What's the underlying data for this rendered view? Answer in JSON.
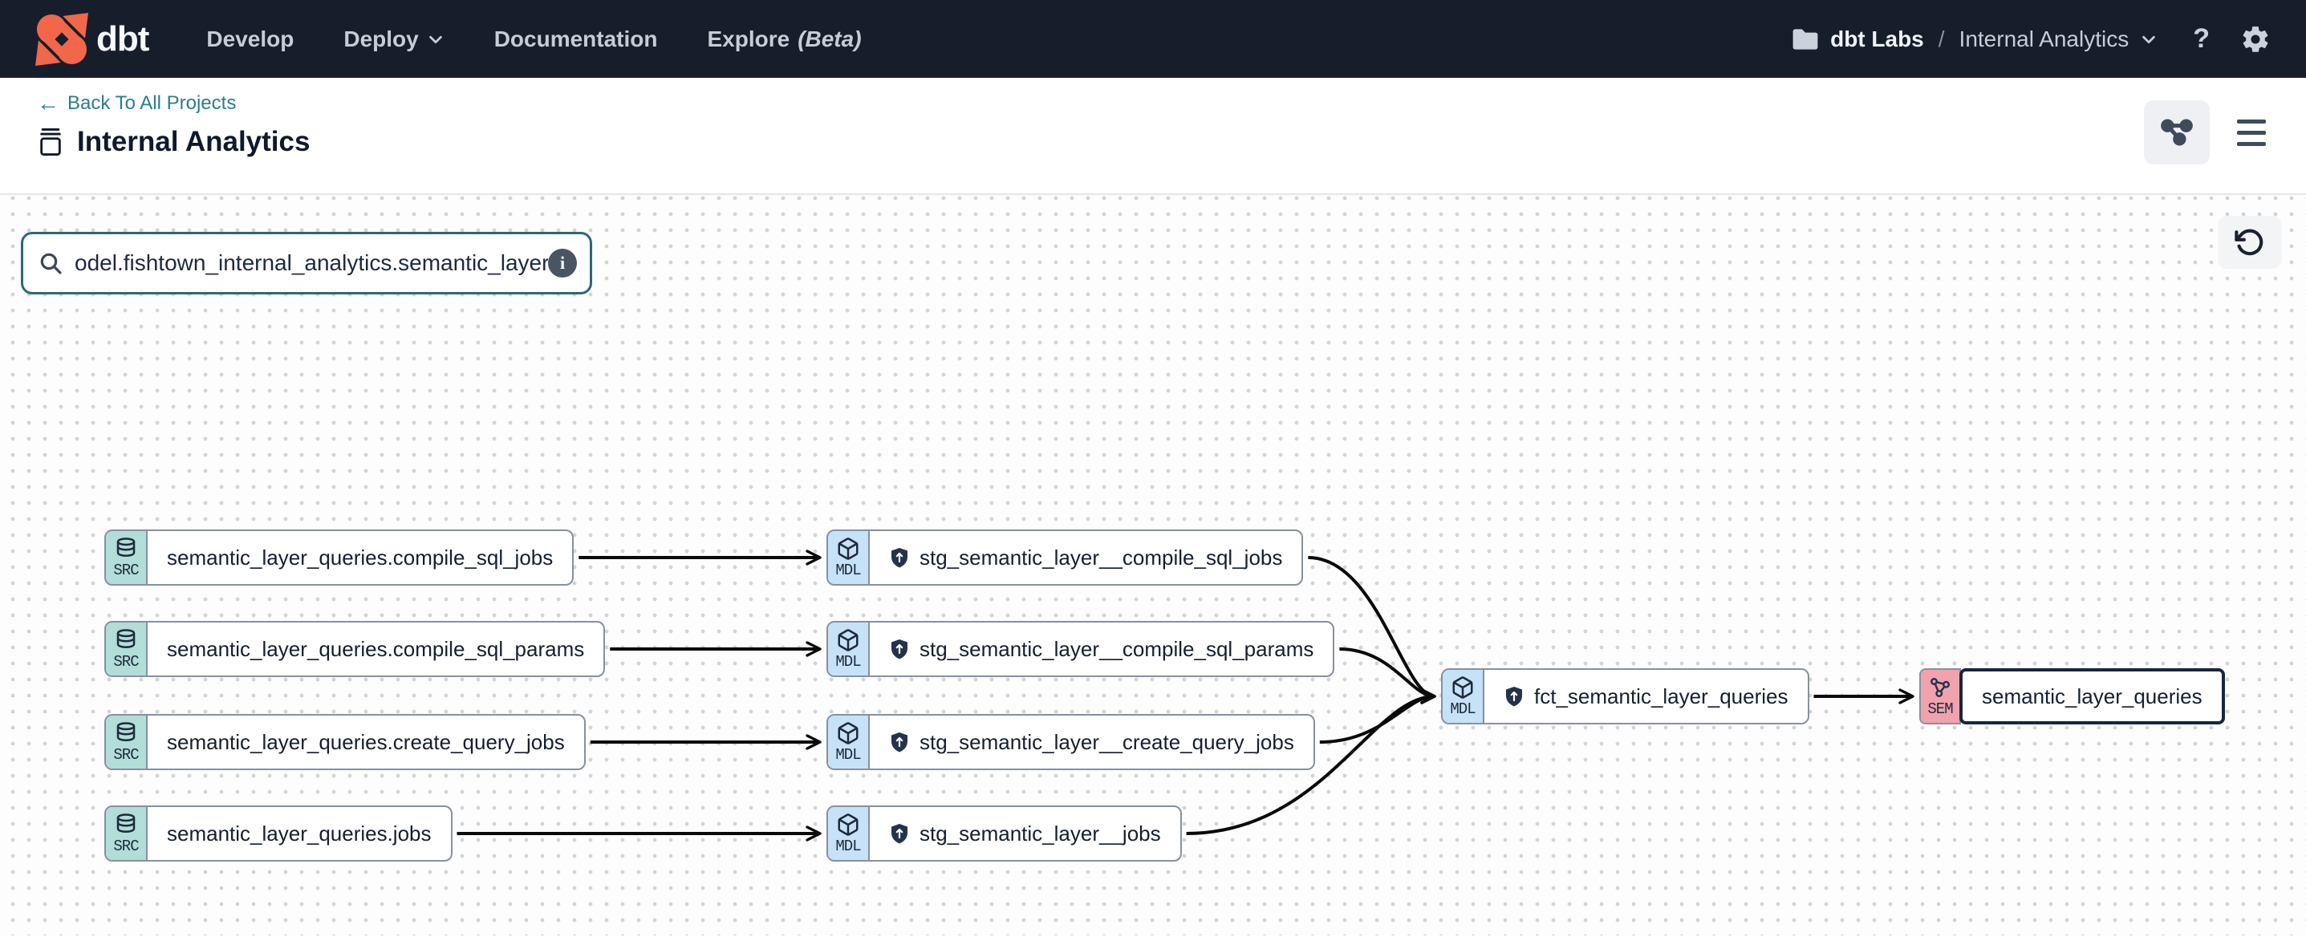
{
  "navbar": {
    "logo_text": "dbt",
    "items": [
      {
        "label": "Develop"
      },
      {
        "label": "Deploy"
      },
      {
        "label": "Documentation"
      },
      {
        "label": "Explore"
      }
    ],
    "explore_suffix": "(Beta)",
    "account": "dbt Labs",
    "separator": "/",
    "project": "Internal Analytics",
    "help_label": "?"
  },
  "header": {
    "back_arrow": "←",
    "back_link": "Back To All Projects",
    "title": "Internal Analytics"
  },
  "search": {
    "value": "odel.fishtown_internal_analytics.semantic_layer_queries",
    "info_label": "i"
  },
  "graph": {
    "nodes": [
      {
        "id": "src1",
        "type": "SRC",
        "label": "semantic_layer_queries.compile_sql_jobs"
      },
      {
        "id": "src2",
        "type": "SRC",
        "label": "semantic_layer_queries.compile_sql_params"
      },
      {
        "id": "src3",
        "type": "SRC",
        "label": "semantic_layer_queries.create_query_jobs"
      },
      {
        "id": "src4",
        "type": "SRC",
        "label": "semantic_layer_queries.jobs"
      },
      {
        "id": "mdl1",
        "type": "MDL",
        "label": "stg_semantic_layer__compile_sql_jobs"
      },
      {
        "id": "mdl2",
        "type": "MDL",
        "label": "stg_semantic_layer__compile_sql_params"
      },
      {
        "id": "mdl3",
        "type": "MDL",
        "label": "stg_semantic_layer__create_query_jobs"
      },
      {
        "id": "mdl4",
        "type": "MDL",
        "label": "stg_semantic_layer__jobs"
      },
      {
        "id": "fct",
        "type": "MDL",
        "label": "fct_semantic_layer_queries"
      },
      {
        "id": "sem",
        "type": "SEM",
        "label": "semantic_layer_queries"
      }
    ],
    "edges": [
      {
        "from": "src1",
        "to": "mdl1"
      },
      {
        "from": "src2",
        "to": "mdl2"
      },
      {
        "from": "src3",
        "to": "mdl3"
      },
      {
        "from": "src4",
        "to": "mdl4"
      },
      {
        "from": "mdl1",
        "to": "fct"
      },
      {
        "from": "mdl2",
        "to": "fct"
      },
      {
        "from": "mdl3",
        "to": "fct"
      },
      {
        "from": "mdl4",
        "to": "fct"
      },
      {
        "from": "fct",
        "to": "sem"
      }
    ],
    "colors": {
      "src_tab": "#b2ddd9",
      "mdl_tab": "#c6e2f8",
      "sem_tab": "#f0a3ad",
      "node_border": "#87909f",
      "selected_border": "#17263f",
      "edge": "#0a0a0a",
      "accent_orange": "#f26749",
      "link_teal": "#2a7e8c",
      "navbar_bg": "#161e2c"
    }
  }
}
